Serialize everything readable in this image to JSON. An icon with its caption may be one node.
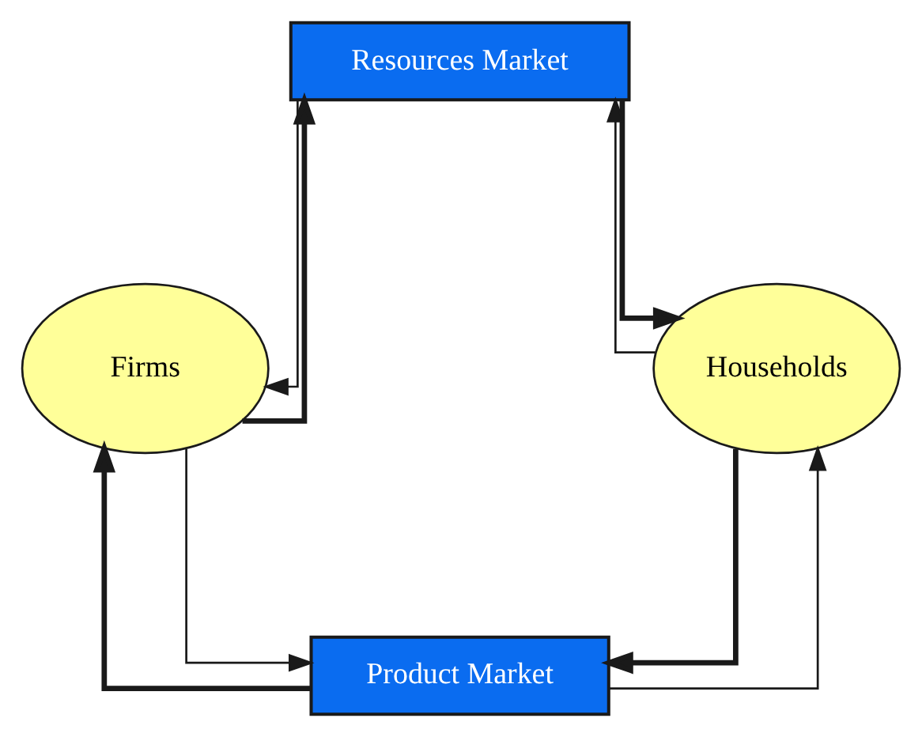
{
  "diagram": {
    "nodes": [
      {
        "text": [
          "Resources Market"
        ]
      },
      {
        "text": [
          "Firms"
        ]
      },
      {
        "text": [
          "Households"
        ]
      },
      {
        "text": [
          "Product Market"
        ]
      }
    ],
    "edges": [
      {
        "from": 1,
        "to": 0,
        "arrow": "to",
        "style": "thick"
      },
      {
        "from": 0,
        "to": 1,
        "arrow": "to"
      },
      {
        "from": 0,
        "to": 2,
        "arrow": "to",
        "style": "thick"
      },
      {
        "from": 2,
        "to": 0,
        "arrow": "to"
      },
      {
        "from": 2,
        "to": 3,
        "arrow": "to",
        "style": "thick"
      },
      {
        "from": 3,
        "to": 2,
        "arrow": "to"
      },
      {
        "from": 3,
        "to": 1,
        "arrow": "to",
        "style": "thick"
      },
      {
        "from": 1,
        "to": 3,
        "arrow": "to"
      }
    ]
  }
}
